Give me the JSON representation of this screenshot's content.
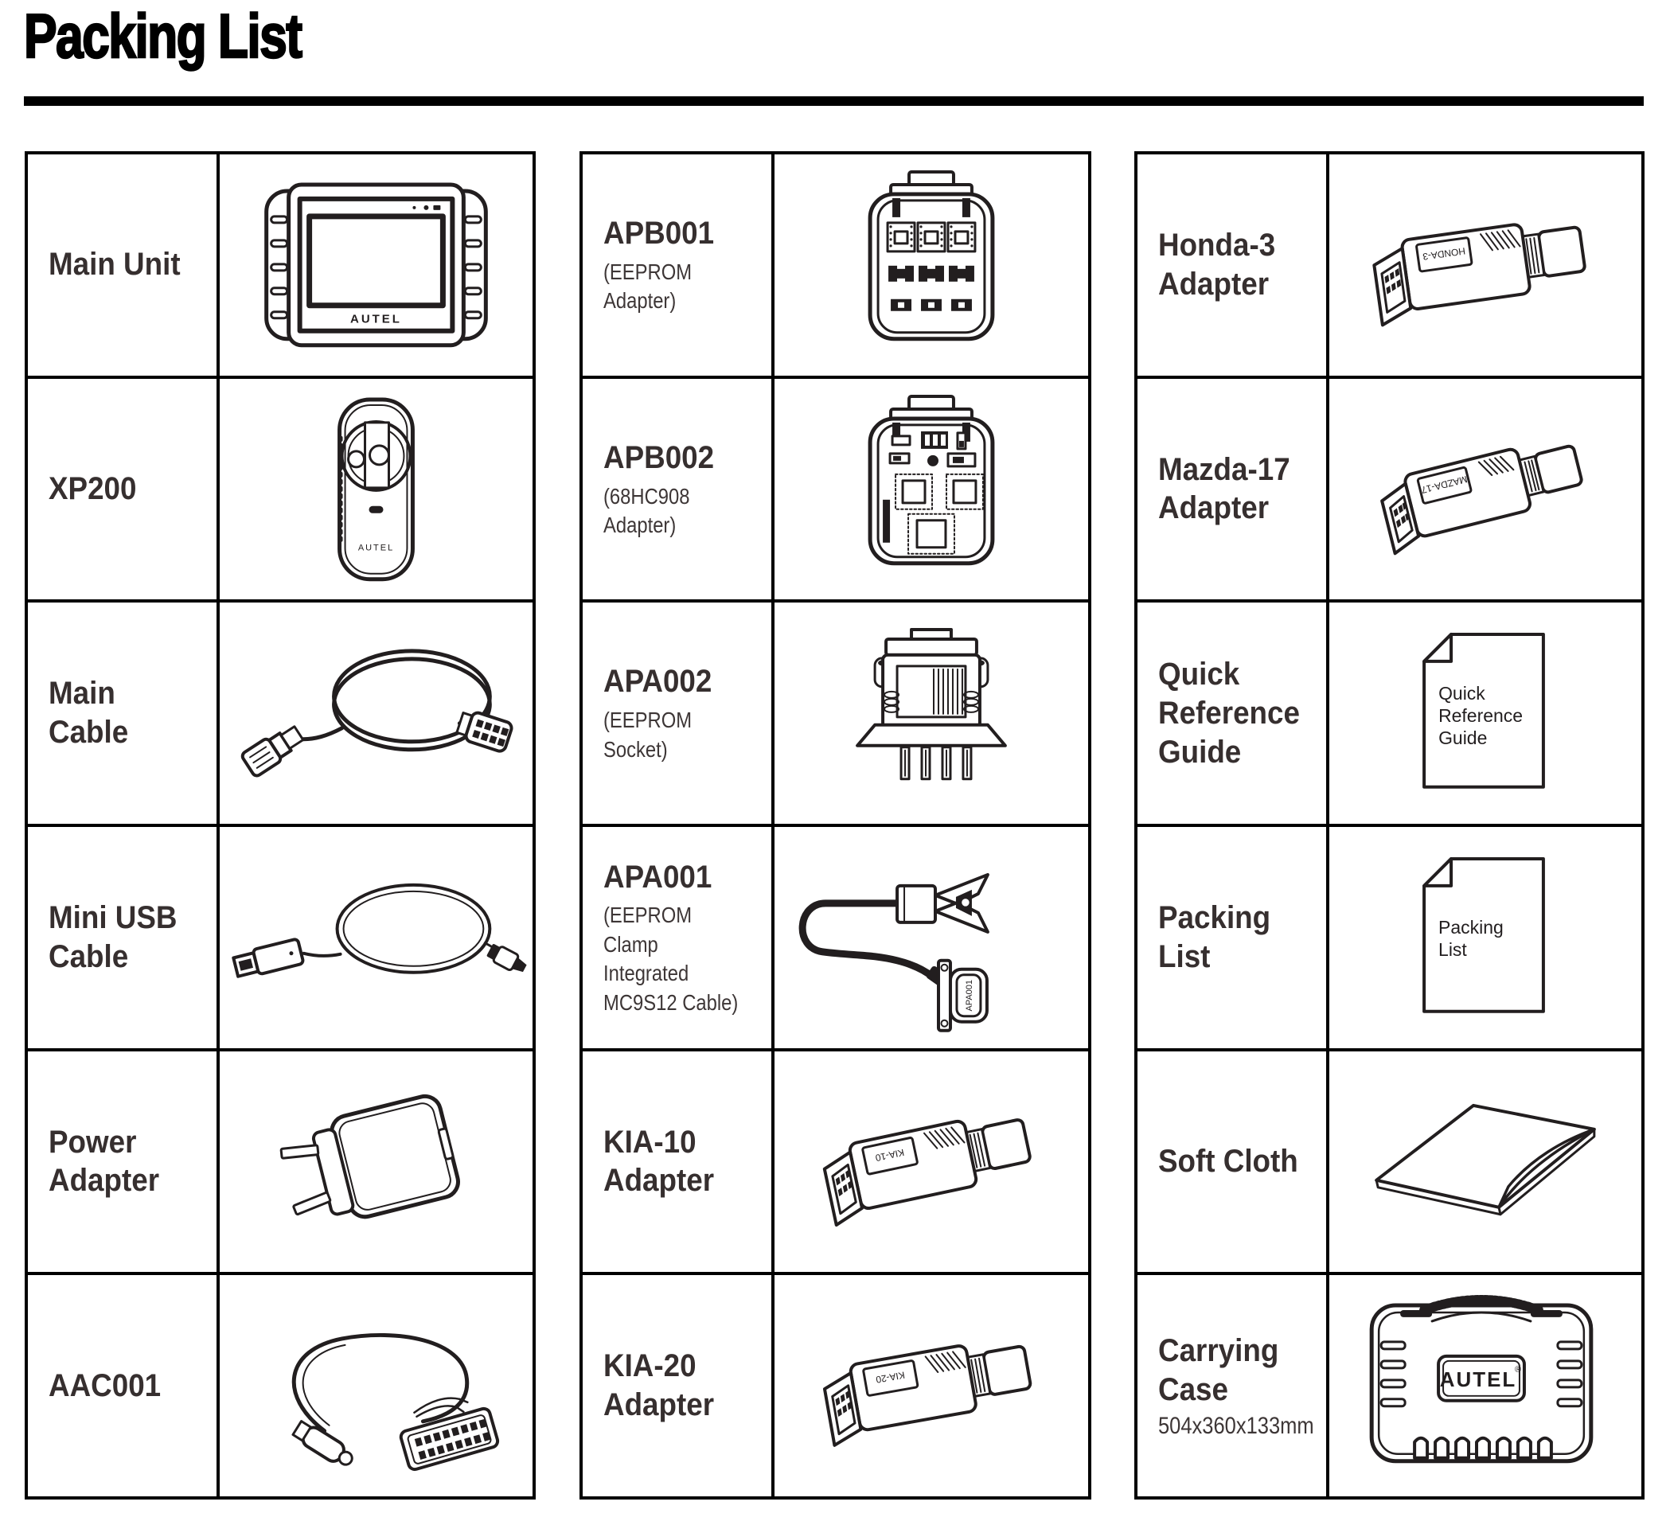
{
  "page": {
    "title": "Packing List"
  },
  "columns": [
    {
      "name": "column-1",
      "items": [
        {
          "label": "Main Unit",
          "sub": "",
          "art": "main-unit",
          "art_label": "AUTEL"
        },
        {
          "label": "XP200",
          "sub": "",
          "art": "xp200",
          "art_label": "AUTEL"
        },
        {
          "label": "Main Cable",
          "sub": "",
          "art": "main-cable"
        },
        {
          "label": "Mini USB Cable",
          "sub": "",
          "art": "mini-usb-cable"
        },
        {
          "label": "Power Adapter",
          "sub": "",
          "art": "power-adapter"
        },
        {
          "label": "AAC001",
          "sub": "",
          "art": "aac001"
        }
      ]
    },
    {
      "name": "column-2",
      "items": [
        {
          "label": "APB001",
          "sub": "(EEPROM Adapter)",
          "art": "apb001"
        },
        {
          "label": "APB002",
          "sub": "(68HC908 Adapter)",
          "art": "apb002"
        },
        {
          "label": "APA002",
          "sub": "(EEPROM Socket)",
          "art": "apa002"
        },
        {
          "label": "APA001",
          "sub": "(EEPROM Clamp Integrated MC9S12 Cable)",
          "art": "apa001",
          "art_label": "APA001"
        },
        {
          "label": "KIA-10 Adapter",
          "sub": "",
          "art": "kia-10-adapter",
          "art_label": "KIA-10"
        },
        {
          "label": "KIA-20 Adapter",
          "sub": "",
          "art": "kia-20-adapter",
          "art_label": "KIA-20"
        }
      ]
    },
    {
      "name": "column-3",
      "items": [
        {
          "label": "Honda-3 Adapter",
          "sub": "",
          "art": "honda-3-adapter",
          "art_label": "HONDA-3"
        },
        {
          "label": "Mazda-17 Adapter",
          "sub": "",
          "art": "mazda-17-adapter",
          "art_label": "MAZDA-17"
        },
        {
          "label": "Quick Reference Guide",
          "sub": "",
          "art": "quick-reference-guide-doc",
          "art_lines": [
            "Quick",
            "Reference",
            "Guide"
          ]
        },
        {
          "label": "Packing List",
          "sub": "",
          "art": "packing-list-doc",
          "art_lines": [
            "Packing",
            "List"
          ]
        },
        {
          "label": "Soft Cloth",
          "sub": "",
          "art": "soft-cloth"
        },
        {
          "label": "Carrying Case",
          "sub": "",
          "size": "504x360x133mm",
          "art": "carrying-case",
          "art_label": "AUTEL",
          "art_reg": "®"
        }
      ]
    }
  ]
}
